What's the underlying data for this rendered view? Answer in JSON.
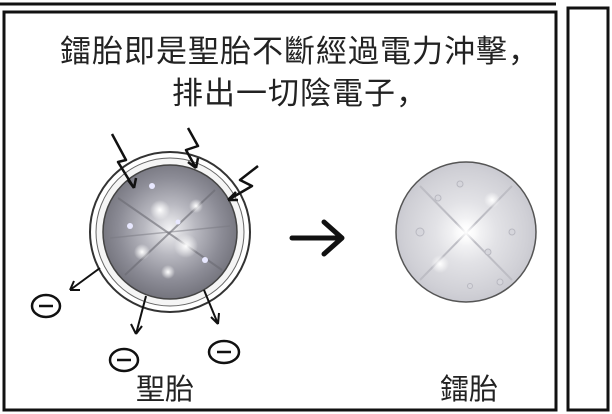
{
  "caption": {
    "line1": "鐳胎即是聖胎不斷經過電力沖擊，",
    "line2": "排出一切陰電子，"
  },
  "labels": {
    "left": "聖胎",
    "right": "鐳胎"
  },
  "colors": {
    "ink": "#1a1a1a",
    "holy_core": "#8a8a92",
    "radium_core": "#d8d8dc"
  },
  "icons": {
    "lightning": "lightning-bolt",
    "arrow": "right-arrow",
    "electron": "negative-charge"
  }
}
